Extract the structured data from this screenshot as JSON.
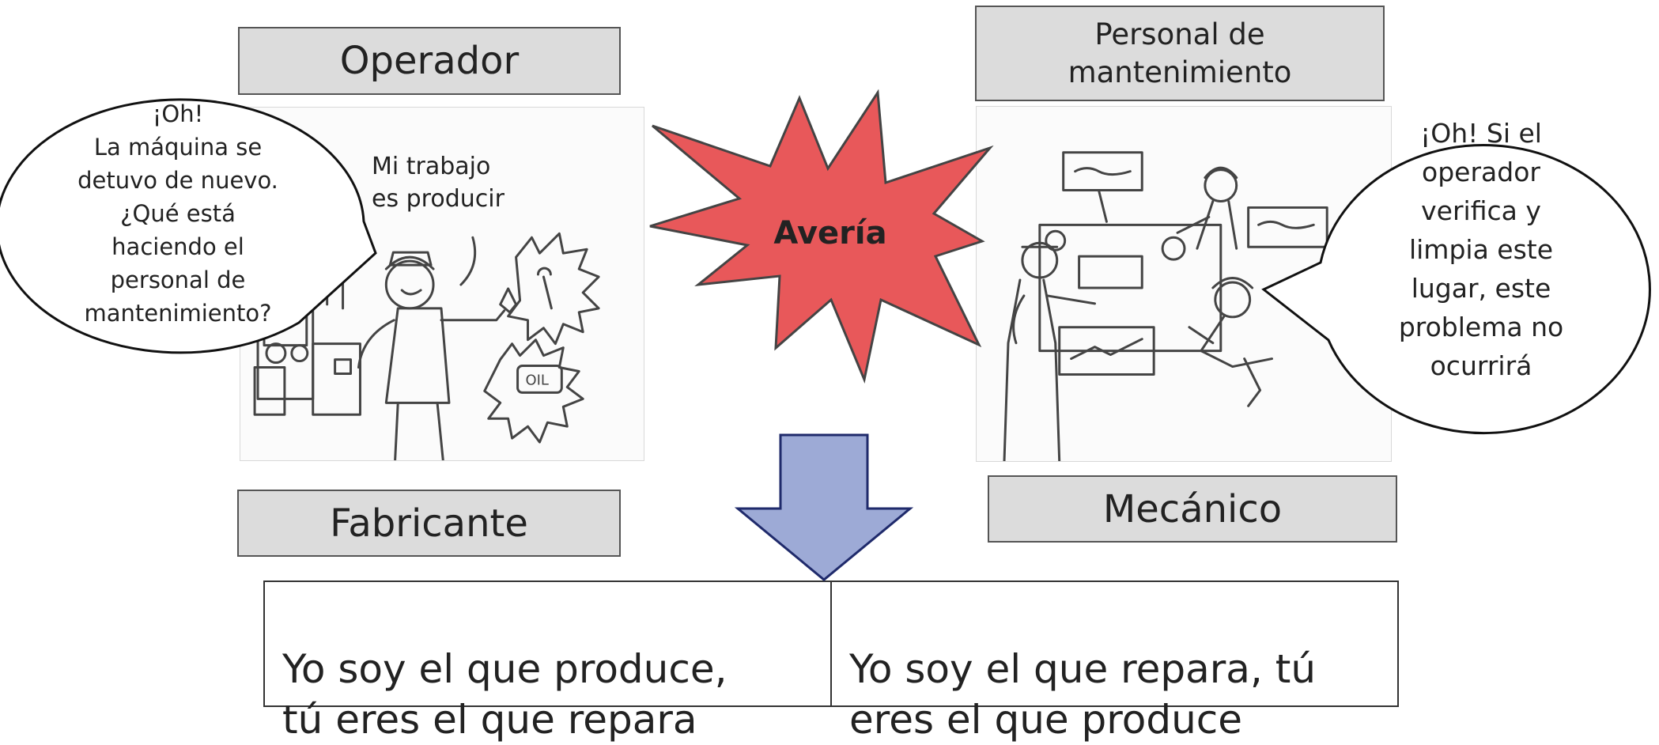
{
  "labels": {
    "operador": "Operador",
    "personal_mantenimiento": "Personal de\nmantenimiento",
    "fabricante": "Fabricante",
    "mecanico": "Mecánico"
  },
  "center": {
    "event": "Avería"
  },
  "bubbles": {
    "operator_thought": "¡Oh!\nLa máquina se\ndetuvo de nuevo.\n¿Qué está\nhaciendo el\npersonal de\nmantenimiento?",
    "operator_note": "Mi trabajo\nes producir",
    "maintenance_thought": "¡Oh! Si el\noperador\nverifica y\nlimpia este\nlugar, este\nproblema no\nocurrirá"
  },
  "illustration_text": {
    "oil_can": "OIL"
  },
  "bottom": {
    "left": "Yo soy el que produce,\ntú eres el que repara",
    "right": "Yo soy el que repara, tú\neres el que produce"
  },
  "colors": {
    "burst_fill": "#e8585a",
    "arrow_fill": "#9daad6",
    "arrow_stroke": "#1f2a6b",
    "label_fill": "#dcdcdc"
  },
  "icons": {
    "operator_scene": "operator-cartoon-illustration",
    "maintenance_scene": "maintenance-crew-illustration",
    "arrow": "down-arrow-icon",
    "burst": "explosion-burst-icon"
  }
}
